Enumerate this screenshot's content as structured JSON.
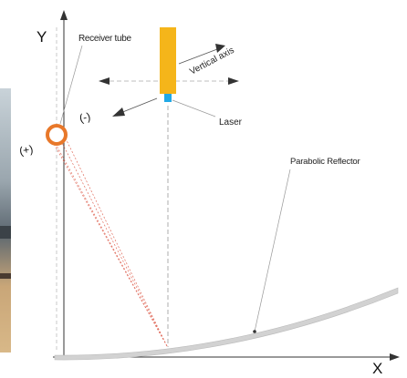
{
  "diagram": {
    "axes": {
      "y_label": "Y",
      "x_label": "X"
    },
    "labels": {
      "receiver_tube": "Receiver tube",
      "vertical_axis": "Vertical axis",
      "laser": "Laser",
      "parabolic_reflector": "Parabolic Reflector",
      "plus": "(+)",
      "minus": "(-)"
    },
    "colors": {
      "laser_body": "#f5b51a",
      "laser_tip": "#21a9e6",
      "receiver_ring": "#e8782a",
      "rays": "#e06a5a",
      "reflector": "#cfcfcf",
      "axes": "#333333",
      "background_photo": "#9aa6ae"
    }
  }
}
